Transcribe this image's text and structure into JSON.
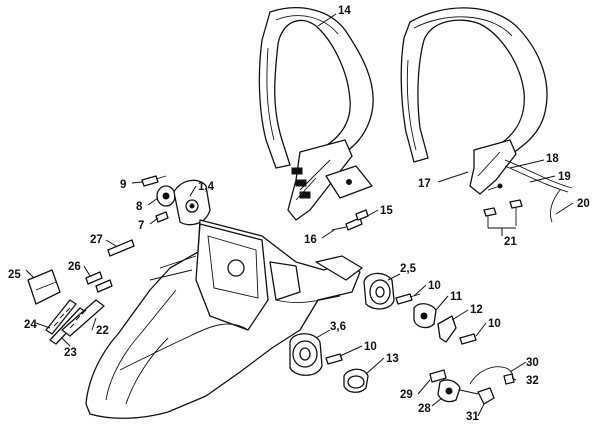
{
  "colors": {
    "ink": "#111111",
    "paper": "#ffffff"
  },
  "callouts": [
    "14",
    "18",
    "19",
    "17",
    "20",
    "21",
    "9",
    "1,4",
    "8",
    "7",
    "15",
    "16",
    "27",
    "25",
    "26",
    "24",
    "22",
    "23",
    "2,5",
    "10",
    "11",
    "12",
    "10",
    "3,6",
    "10",
    "13",
    "30",
    "32",
    "29",
    "28",
    "31"
  ]
}
